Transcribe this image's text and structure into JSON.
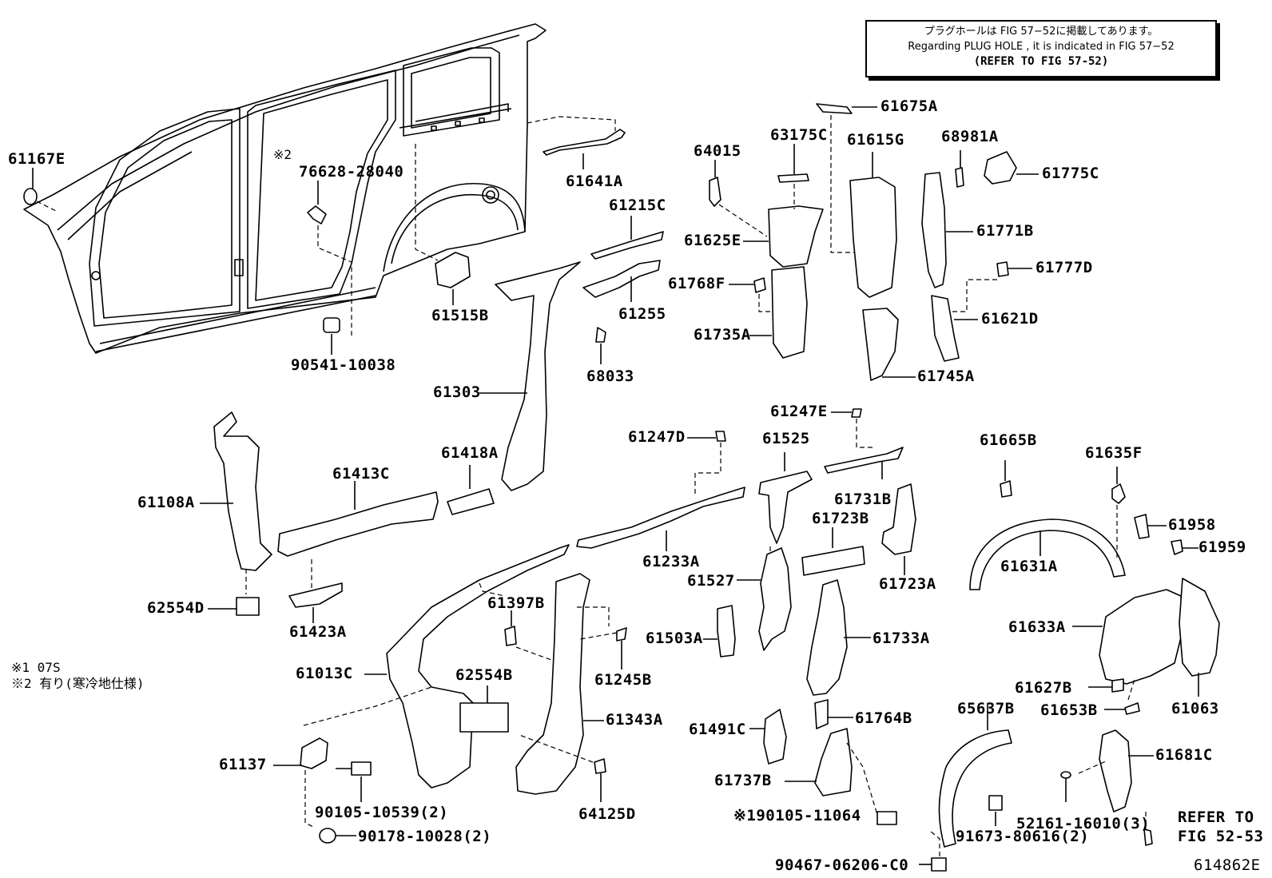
{
  "note": {
    "line1": "プラグホールは FIG 57−52に掲載してあります。",
    "line2": "Regarding  PLUG  HOLE , it is indicated in  FIG  57−52",
    "line3": "(REFER TO FIG 57-52)"
  },
  "legend": {
    "n1": "※1 07S",
    "n2": "※2 有り(寒冷地仕様)"
  },
  "figure_id": "614862E",
  "refer": {
    "line1": "REFER TO",
    "line2": "FIG 52-53"
  },
  "parts": [
    "61167E",
    "76628-28040",
    "90541-10038",
    "61641A",
    "61515B",
    "61215C",
    "61255",
    "68033",
    "61303",
    "64015",
    "63175C",
    "61625E",
    "61768F",
    "61735A",
    "61675A",
    "61615G",
    "68981A",
    "61775C",
    "61771B",
    "61777D",
    "61621D",
    "61745A",
    "61108A",
    "62554D",
    "61413C",
    "61423A",
    "61418A",
    "61247D",
    "61233A",
    "61525",
    "61247E",
    "61731B",
    "61723B",
    "61723A",
    "61527",
    "61503A",
    "61733A",
    "61013C",
    "61397B",
    "61245B",
    "62554B",
    "61343A",
    "61137",
    "90105-10539(2)",
    "90178-10028(2)",
    "64125D",
    "61491C",
    "61764B",
    "61737B",
    "61665B",
    "61635F",
    "61958",
    "61959",
    "61631A",
    "61633A",
    "61627B",
    "61653B",
    "61063",
    "65637B",
    "91673-80616(2)",
    "90467-06206-C0",
    "61681C",
    "52161-16010(3)"
  ],
  "marked_parts": {
    "m1": "※2",
    "m2": "※1",
    "p1": "90105-11064"
  }
}
